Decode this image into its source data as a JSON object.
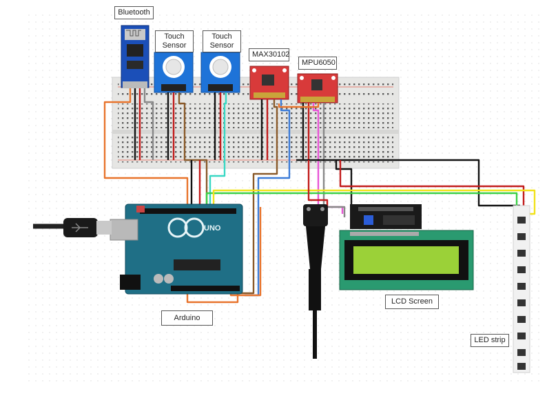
{
  "labels": {
    "bluetooth": "Bluetooth",
    "touch1": "Touch\nSensor",
    "touch2": "Touch\nSensor",
    "max30102": "MAX30102",
    "mpu6050": "MPU6050",
    "arduino": "Arduino",
    "lcd": "LCD Screen",
    "ledstrip": "LED strip",
    "uno_mark": "UNO"
  },
  "colors": {
    "breadboard": "#e8e8e6",
    "arduino_board": "#1f6f86",
    "touch_sensor": "#1e73d8",
    "max_board": "#d83a3a",
    "mpu_board": "#d83a3a",
    "bt_board": "#1b4fb8",
    "lcd_screen": "#9bd138",
    "lcd_frame": "#2a9a70",
    "wire_orange": "#e8732b",
    "wire_red": "#c21b1b",
    "wire_black": "#111111",
    "wire_yellow": "#f2e21a",
    "wire_green": "#3ad045",
    "wire_cyan": "#39d8c4",
    "wire_blue": "#3b7bd8",
    "wire_pink": "#e855d6",
    "wire_gray": "#9a9a9a",
    "wire_brown": "#8a5a2a"
  }
}
